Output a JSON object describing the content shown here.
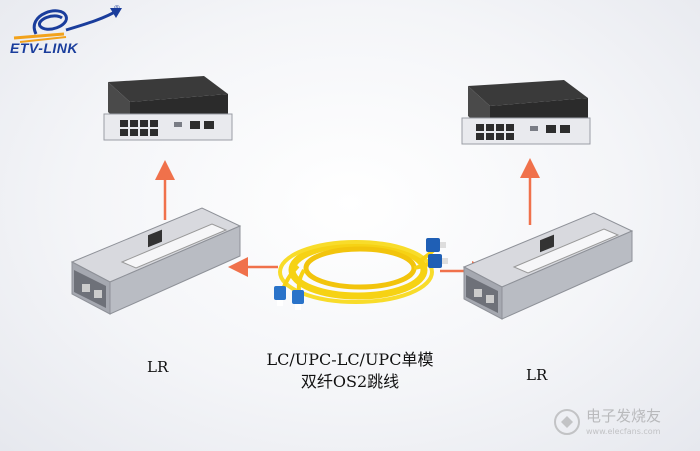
{
  "brand": {
    "name": "ETV-LINK",
    "registered": "®"
  },
  "devices": {
    "switch_left": {
      "name": "switch-left"
    },
    "switch_right": {
      "name": "switch-right"
    },
    "module_left": {
      "label": "LR"
    },
    "module_right": {
      "label": "LR"
    }
  },
  "cable": {
    "caption_line1": "LC/UPC-LC/UPC单模",
    "caption_line2": "双纤OS2跳线"
  },
  "watermark": {
    "text": "电子发烧友",
    "sub": "www.elecfans.com"
  },
  "colors": {
    "arrow": "#f0714b",
    "cable": "#f6d214",
    "connector": "#2a73c9",
    "switch_body": "#2b2b2b"
  }
}
